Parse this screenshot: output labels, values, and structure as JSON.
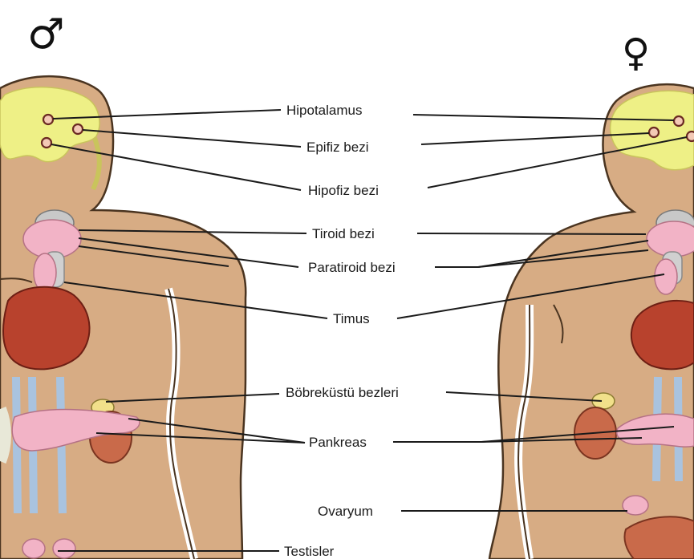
{
  "symbols": {
    "male": "♂",
    "female": "♀"
  },
  "labels": {
    "hipotalamus": "Hipotalamus",
    "epifiz": "Epifiz bezi",
    "hipofiz": "Hipofiz bezi",
    "tiroid": "Tiroid bezi",
    "paratiroid": "Paratiroid bezi",
    "timus": "Timus",
    "bobrekustu": "Böbreküstü bezleri",
    "pankreas": "Pankreas",
    "ovaryum": "Ovaryum",
    "testisler": "Testisler"
  },
  "colors": {
    "skin": "#d7ac84",
    "brain": "#eef086",
    "gland_pink": "#f2b3c6",
    "heart": "#b8422d",
    "kidney": "#c96a4a",
    "vessel_blue": "#a9c3df",
    "thyroid_grey": "#b8b8b8"
  }
}
